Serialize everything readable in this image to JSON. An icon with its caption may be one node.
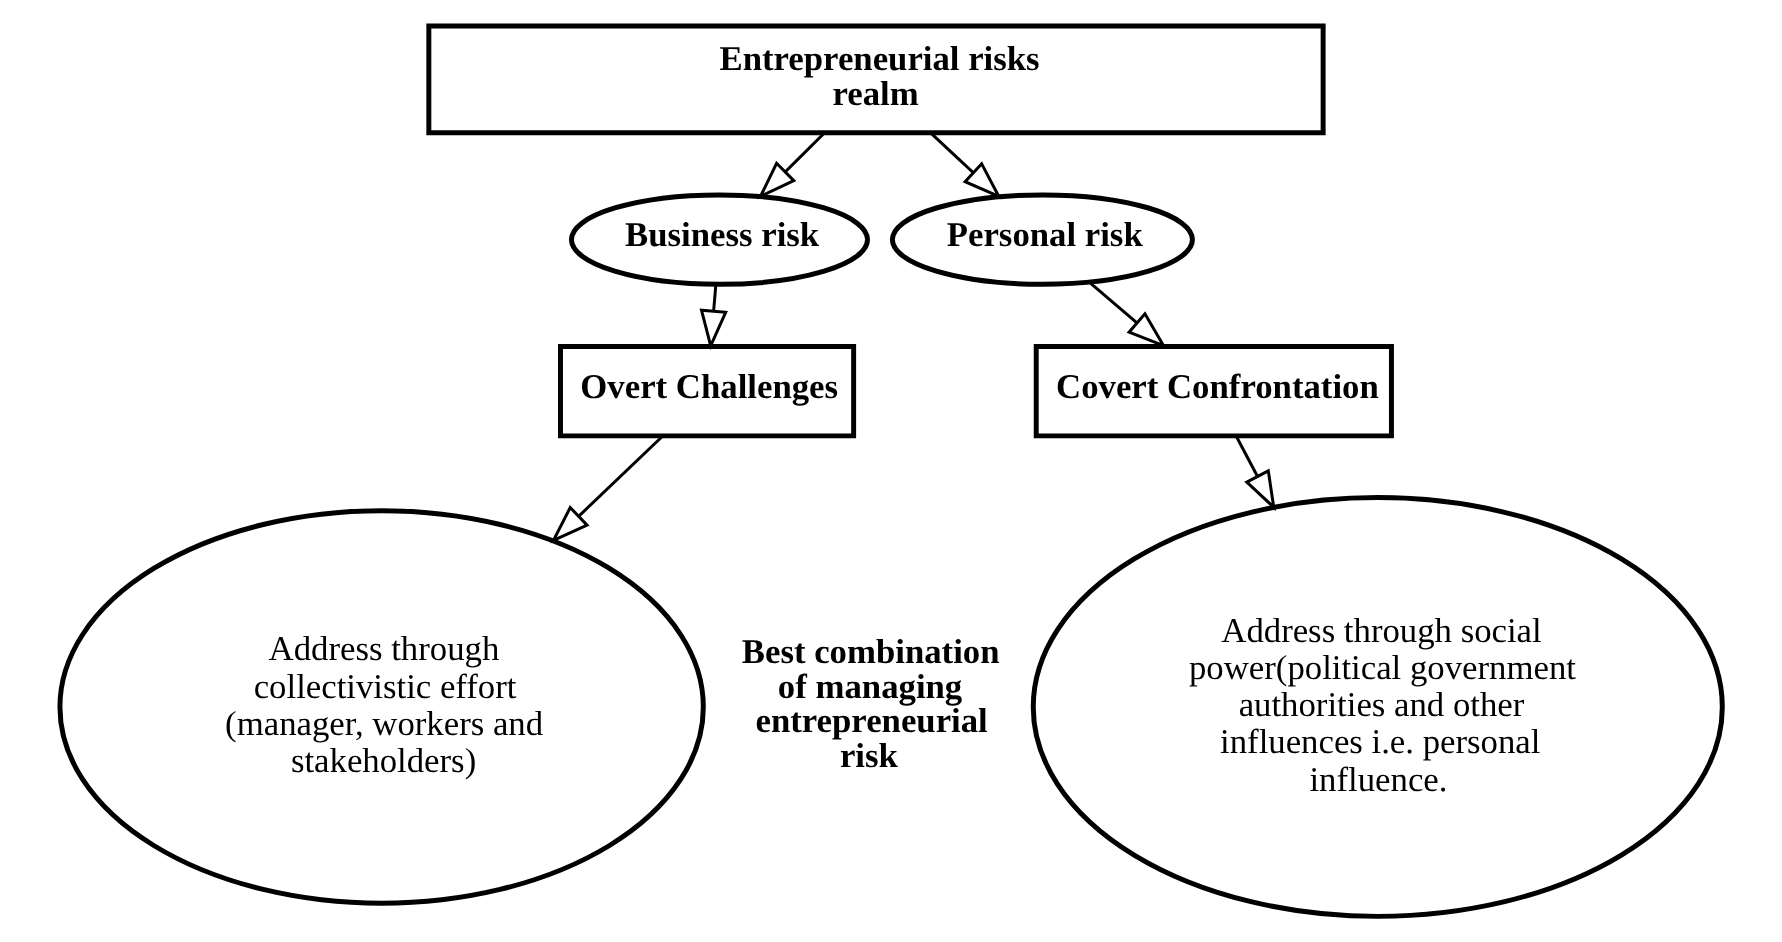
{
  "diagram": {
    "nodes": [
      {
        "text": [
          "Entrepreneurial risks realm"
        ]
      },
      {
        "text": [
          "Business risk"
        ]
      },
      {
        "text": [
          "Personal risk"
        ]
      },
      {
        "text": [
          "Overt Challenges"
        ]
      },
      {
        "text": [
          "Covert Confrontation"
        ]
      },
      {
        "text": [
          "Address through collectivistic effort (manager, workers and stakeholders)"
        ]
      },
      {
        "text": [
          "Best combination of managing entrepreneurial risk"
        ]
      },
      {
        "text": [
          "Address through social power(political government authorities and other influences i.e. personal influence."
        ]
      }
    ],
    "edges": [
      {
        "from": 0,
        "to": 1,
        "arrow": "to"
      },
      {
        "from": 0,
        "to": 2,
        "arrow": "to"
      },
      {
        "from": 1,
        "to": 3,
        "arrow": "to"
      },
      {
        "from": 2,
        "to": 4,
        "arrow": "to"
      },
      {
        "from": 3,
        "to": 5,
        "arrow": "to"
      },
      {
        "from": 4,
        "to": 7,
        "arrow": "to"
      }
    ]
  }
}
